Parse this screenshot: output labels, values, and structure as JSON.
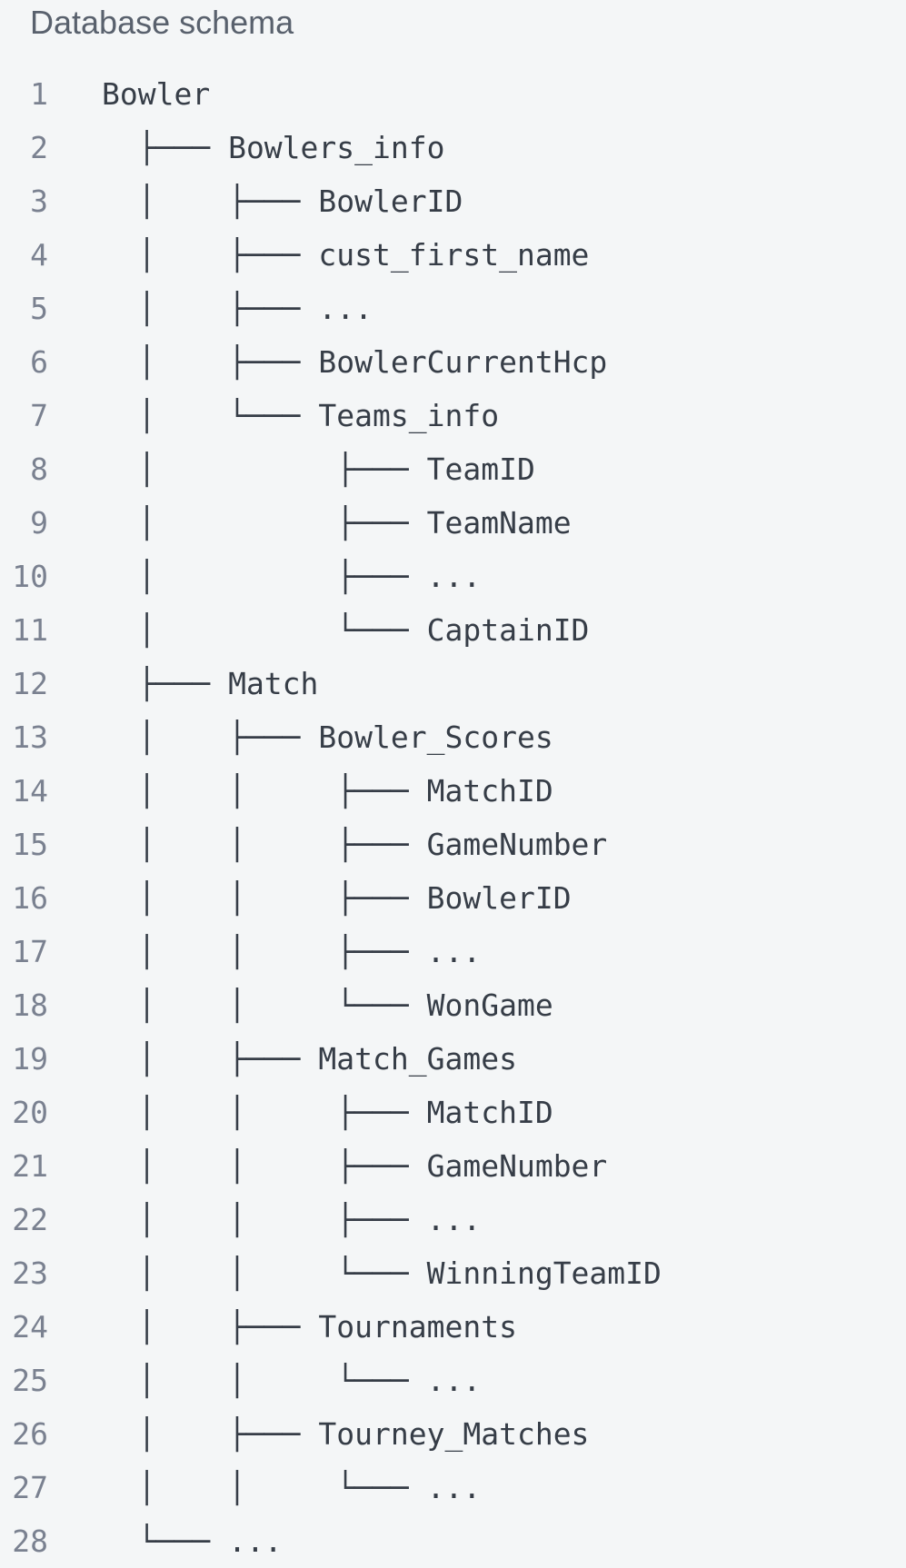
{
  "title": "Database schema",
  "colors": {
    "background": "#f4f6f7",
    "title_text": "#59616d",
    "line_number": "#7a8190",
    "code_text": "#363d47"
  },
  "lines": [
    {
      "num": "1",
      "text": "Bowler"
    },
    {
      "num": "2",
      "text": "  ├─── Bowlers_info"
    },
    {
      "num": "3",
      "text": "  │    ├─── BowlerID"
    },
    {
      "num": "4",
      "text": "  │    ├─── cust_first_name"
    },
    {
      "num": "5",
      "text": "  │    ├─── ..."
    },
    {
      "num": "6",
      "text": "  │    ├─── BowlerCurrentHcp"
    },
    {
      "num": "7",
      "text": "  │    └─── Teams_info"
    },
    {
      "num": "8",
      "text": "  │          ├─── TeamID"
    },
    {
      "num": "9",
      "text": "  │          ├─── TeamName"
    },
    {
      "num": "10",
      "text": "  │          ├─── ..."
    },
    {
      "num": "11",
      "text": "  │          └─── CaptainID"
    },
    {
      "num": "12",
      "text": "  ├─── Match"
    },
    {
      "num": "13",
      "text": "  │    ├─── Bowler_Scores"
    },
    {
      "num": "14",
      "text": "  │    │     ├─── MatchID"
    },
    {
      "num": "15",
      "text": "  │    │     ├─── GameNumber"
    },
    {
      "num": "16",
      "text": "  │    │     ├─── BowlerID"
    },
    {
      "num": "17",
      "text": "  │    │     ├─── ..."
    },
    {
      "num": "18",
      "text": "  │    │     └─── WonGame"
    },
    {
      "num": "19",
      "text": "  │    ├─── Match_Games"
    },
    {
      "num": "20",
      "text": "  │    │     ├─── MatchID"
    },
    {
      "num": "21",
      "text": "  │    │     ├─── GameNumber"
    },
    {
      "num": "22",
      "text": "  │    │     ├─── ..."
    },
    {
      "num": "23",
      "text": "  │    │     └─── WinningTeamID"
    },
    {
      "num": "24",
      "text": "  │    ├─── Tournaments"
    },
    {
      "num": "25",
      "text": "  │    │     └─── ..."
    },
    {
      "num": "26",
      "text": "  │    ├─── Tourney_Matches"
    },
    {
      "num": "27",
      "text": "  │    │     └─── ..."
    },
    {
      "num": "28",
      "text": "  └─── ..."
    }
  ],
  "schema": {
    "root": "Bowler",
    "children": [
      {
        "table": "Bowlers_info",
        "columns": [
          "BowlerID",
          "cust_first_name",
          "...",
          "BowlerCurrentHcp"
        ],
        "children": [
          {
            "table": "Teams_info",
            "columns": [
              "TeamID",
              "TeamName",
              "...",
              "CaptainID"
            ]
          }
        ]
      },
      {
        "table": "Match",
        "children": [
          {
            "table": "Bowler_Scores",
            "columns": [
              "MatchID",
              "GameNumber",
              "BowlerID",
              "...",
              "WonGame"
            ]
          },
          {
            "table": "Match_Games",
            "columns": [
              "MatchID",
              "GameNumber",
              "...",
              "WinningTeamID"
            ]
          },
          {
            "table": "Tournaments",
            "columns": [
              "..."
            ]
          },
          {
            "table": "Tourney_Matches",
            "columns": [
              "..."
            ]
          }
        ]
      },
      {
        "table": "..."
      }
    ]
  }
}
